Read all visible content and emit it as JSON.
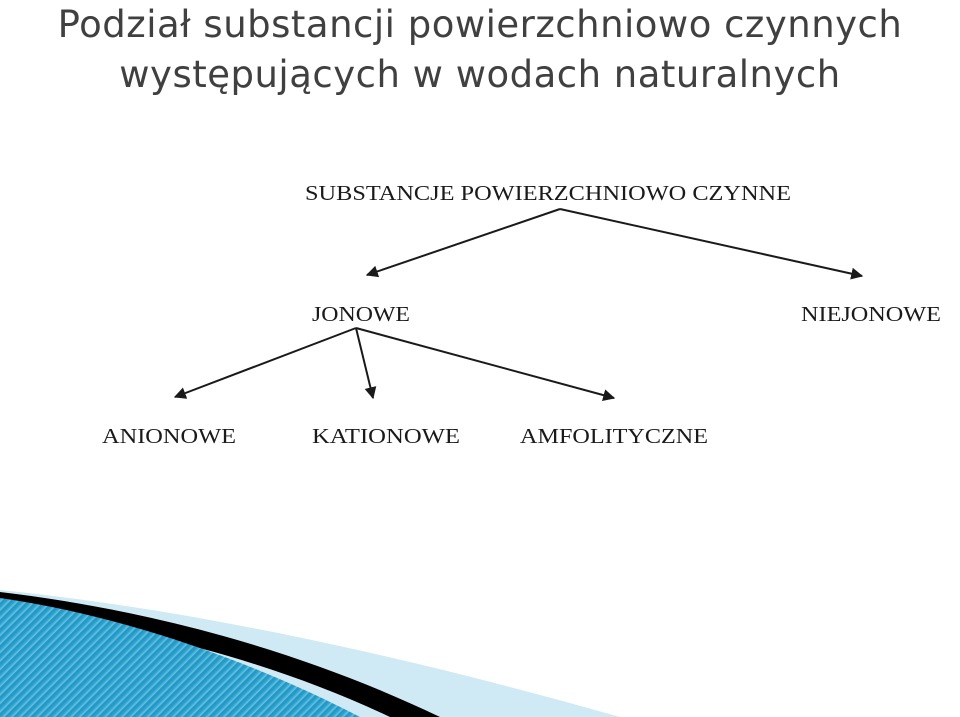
{
  "slide": {
    "title_line1": "Podział substancji powierzchniowo czynnych",
    "title_line2": "występujących w wodach naturalnych",
    "title_color": "#404040"
  },
  "diagram": {
    "nodes": [
      {
        "id": "root",
        "label": "SUBSTANCJE POWIERZCHNIOWO CZYNNE"
      },
      {
        "id": "jonowe",
        "label": "JONOWE"
      },
      {
        "id": "niejonowe",
        "label": "NIEJONOWE"
      },
      {
        "id": "anionowe",
        "label": "ANIONOWE"
      },
      {
        "id": "kationowe",
        "label": "KATIONOWE"
      },
      {
        "id": "amfolityczne",
        "label": "AMFOLITYCZNE"
      }
    ],
    "edges": [
      {
        "from": "root",
        "to": "jonowe"
      },
      {
        "from": "root",
        "to": "niejonowe"
      },
      {
        "from": "jonowe",
        "to": "anionowe"
      },
      {
        "from": "jonowe",
        "to": "kationowe"
      },
      {
        "from": "jonowe",
        "to": "amfolityczne"
      }
    ],
    "line_color": "#1a1a1a"
  },
  "decor": {
    "accent_colors": [
      "#1c8fc0",
      "#2aa4cf",
      "#bfe3f0",
      "#000000"
    ]
  }
}
